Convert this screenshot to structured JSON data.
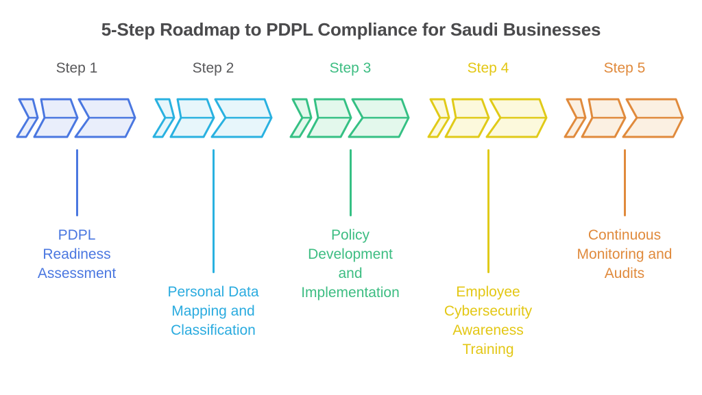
{
  "title": "5-Step Roadmap to PDPL Compliance for Saudi Businesses",
  "title_color": "#4a4a4c",
  "background": "#ffffff",
  "steps": [
    {
      "label": "Step 1",
      "description": "PDPL\nReadiness\nAssessment",
      "connector": "short",
      "colors": {
        "label": "#58585a",
        "stroke": "#4a77e0",
        "fill": "#e9eefb",
        "text": "#4a77e0"
      }
    },
    {
      "label": "Step 2",
      "description": "Personal Data\nMapping and\nClassification",
      "connector": "long",
      "colors": {
        "label": "#58585a",
        "stroke": "#29b1e0",
        "fill": "#e7f6fb",
        "text": "#2aabdf"
      }
    },
    {
      "label": "Step 3",
      "description": "Policy\nDevelopment\nand\nImplementation",
      "connector": "short",
      "colors": {
        "label": "#3dbd82",
        "stroke": "#35c084",
        "fill": "#e3f8ec",
        "text": "#3dbd82"
      }
    },
    {
      "label": "Step 4",
      "description": "Employee\nCybersecurity\nAwareness\nTraining",
      "connector": "long",
      "colors": {
        "label": "#e3c714",
        "stroke": "#e0ca18",
        "fill": "#fcf9dc",
        "text": "#e3c714"
      }
    },
    {
      "label": "Step 5",
      "description": "Continuous\nMonitoring and\nAudits",
      "connector": "short",
      "colors": {
        "label": "#e08a3c",
        "stroke": "#e08a3c",
        "fill": "#fbf0e2",
        "text": "#e08a3c"
      }
    }
  ]
}
